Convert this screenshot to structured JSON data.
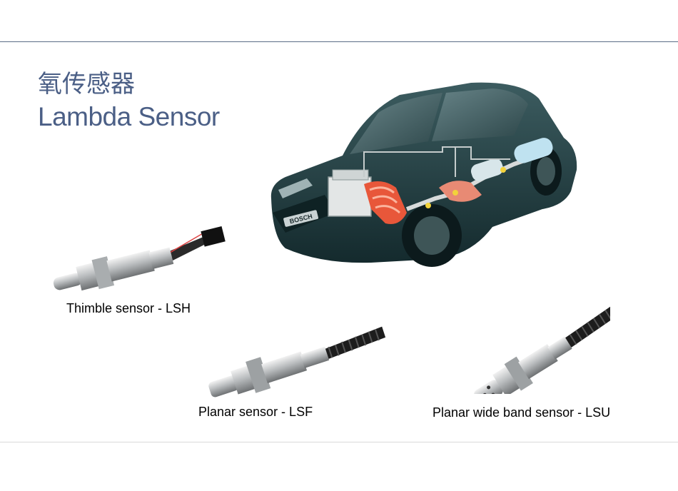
{
  "slide": {
    "title_cn": "氧传感器",
    "title_en": "Lambda Sensor",
    "car_badge": "BOSCH"
  },
  "sensors": [
    {
      "caption": "Thimble sensor - LSH"
    },
    {
      "caption": "Planar sensor - LSF"
    },
    {
      "caption": "Planar wide band sensor - LSU"
    }
  ],
  "colors": {
    "title": "#4b5f86",
    "header_rule": "#5a6d86",
    "car_body": "#1f3a3e",
    "exhaust_hot": "#e8573a"
  }
}
